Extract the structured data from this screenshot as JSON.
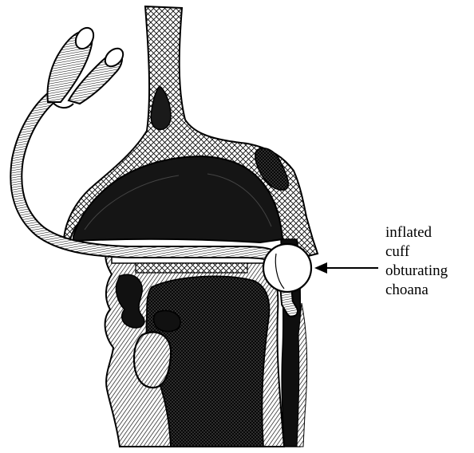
{
  "figure": {
    "annotation": {
      "lines": [
        "inflated",
        "cuff",
        "obturating",
        "choana"
      ]
    },
    "colors": {
      "ink": "#000000",
      "dark_fill": "#1a1a1a",
      "mid_fill": "#555555",
      "paper": "#ffffff"
    }
  }
}
